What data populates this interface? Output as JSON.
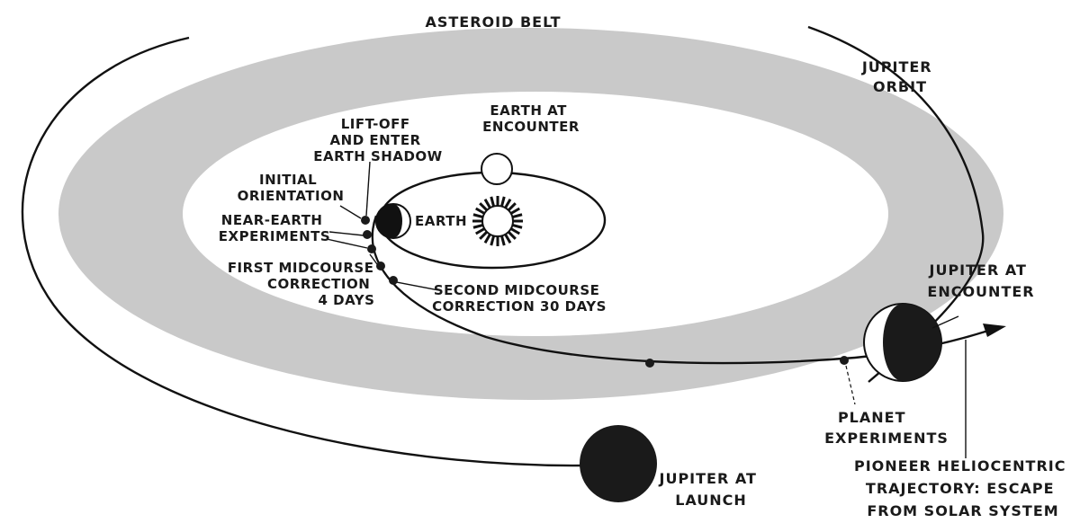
{
  "diagram": {
    "labels": {
      "asteroid_belt": "ASTEROID BELT",
      "jupiter_orbit": [
        "JUPITER",
        "ORBIT"
      ],
      "earth_at_encounter": [
        "EARTH AT",
        "ENCOUNTER"
      ],
      "lift_off": [
        "LIFT-OFF",
        "AND ENTER",
        "EARTH SHADOW"
      ],
      "initial_orientation": [
        "INITIAL",
        "ORIENTATION"
      ],
      "near_earth": [
        "NEAR-EARTH",
        "EXPERIMENTS"
      ],
      "earth": "EARTH",
      "first_midcourse": [
        "FIRST MIDCOURSE",
        "CORRECTION",
        "4 DAYS"
      ],
      "second_midcourse": [
        "SECOND MIDCOURSE",
        "CORRECTION 30 DAYS"
      ],
      "jupiter_at_encounter": [
        "JUPITER AT",
        "ENCOUNTER"
      ],
      "planet_experiments": [
        "PLANET",
        "EXPERIMENTS"
      ],
      "jupiter_at_launch": [
        "JUPITER AT",
        "LAUNCH"
      ],
      "pioneer_trajectory": [
        "PIONEER HELIOCENTRIC",
        "TRAJECTORY:  ESCAPE",
        "FROM SOLAR SYSTEM"
      ]
    },
    "colors": {
      "belt": "#c9c9c9",
      "ink": "#111111",
      "background": "#ffffff"
    }
  }
}
